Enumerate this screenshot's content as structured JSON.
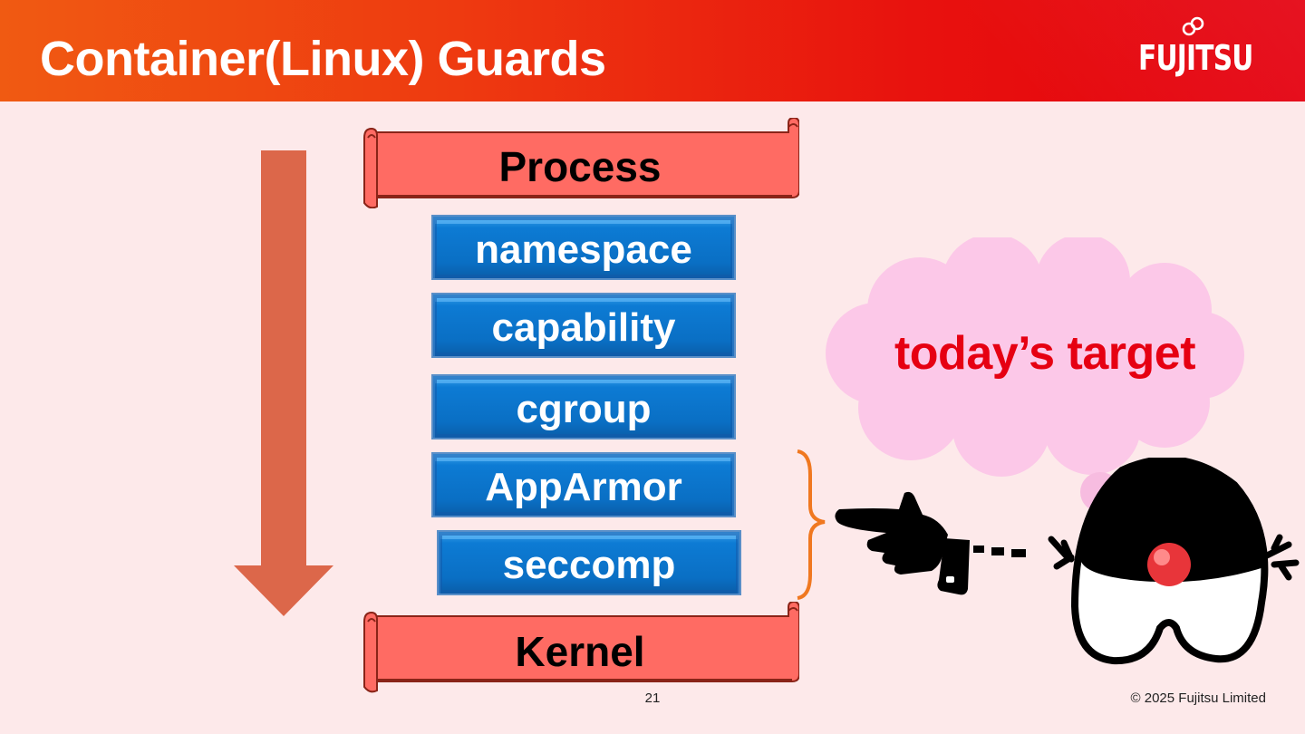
{
  "slide": {
    "title": "Container(Linux) Guards",
    "brand": "FUJITSU",
    "page_number": "21",
    "copyright": "© 2025 Fujitsu Limited"
  },
  "diagram": {
    "top_banner": "Process",
    "bottom_banner": "Kernel",
    "guards": [
      "namespace",
      "capability",
      "cgroup",
      "AppArmor",
      "seccomp"
    ],
    "callout": "today’s target"
  },
  "colors": {
    "header_start": "#f05a12",
    "header_end": "#e4000f",
    "background": "#fde9ea",
    "banner_fill": "#ff6b63",
    "guard_fill": "#0a6fc4",
    "arrow": "#dc674a",
    "brace": "#f07820",
    "cloud": "#fcc8e8",
    "callout_text": "#e60012"
  },
  "icons": [
    "down-arrow-icon",
    "scroll-banner-icon",
    "curly-brace-icon",
    "thought-cloud-icon",
    "pointing-hand-icon",
    "duke-mascot-icon",
    "infinity-logo-icon"
  ]
}
